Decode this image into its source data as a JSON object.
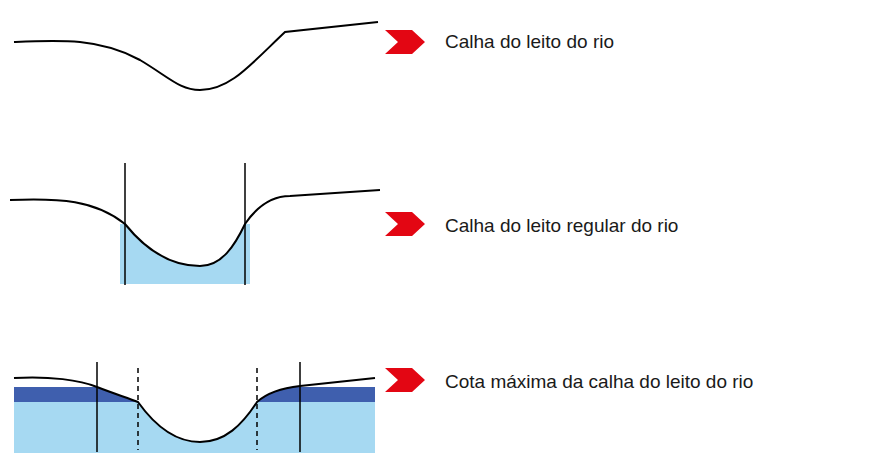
{
  "diagram": {
    "labels": [
      "Calha do leito do rio",
      "Calha do leito regular do rio",
      "Cota máxima da calha do leito do rio"
    ]
  }
}
